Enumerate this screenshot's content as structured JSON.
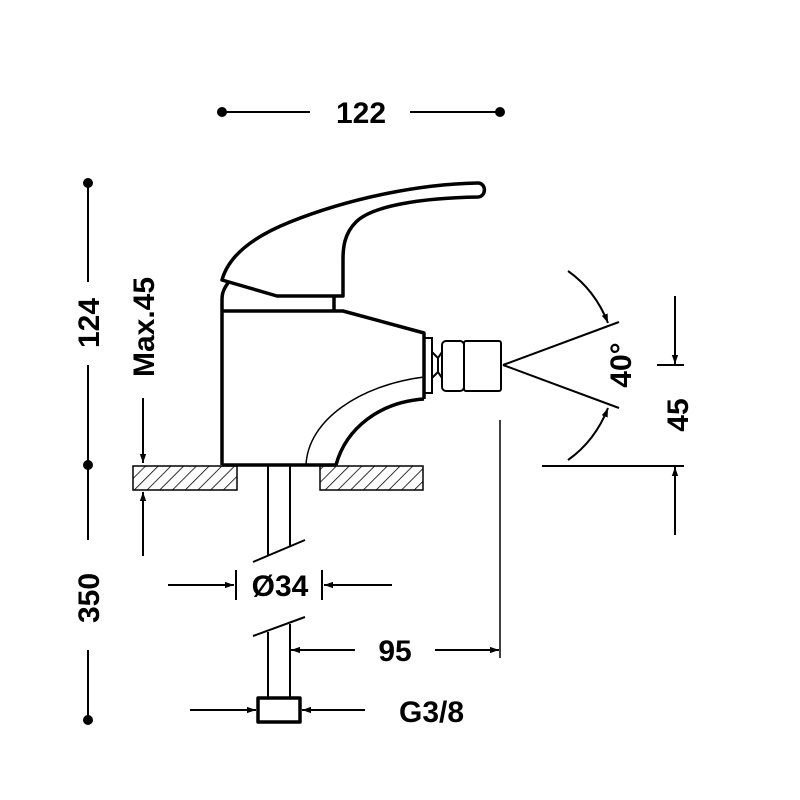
{
  "title": "Bidet mixer technical drawing",
  "dimensions": {
    "width_total": "122",
    "height_top": "124",
    "max_deck": "Max.45",
    "pipe_length": "350",
    "hole_diameter": "Ø34",
    "spout_reach": "95",
    "connection": "G3/8",
    "spray_angle": "40°",
    "spray_height": "45"
  },
  "colors": {
    "line": "#000000",
    "background": "#ffffff"
  }
}
